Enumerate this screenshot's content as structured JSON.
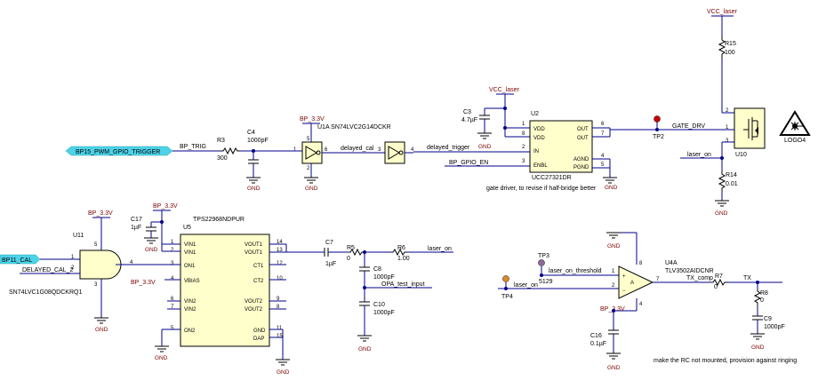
{
  "labels": {
    "vcc_laser_top": "VCC_laser",
    "vcc_laser_mid": "VCC_laser",
    "r15_ref": "R15",
    "r15_val": "100",
    "logo_ref": "LOGO4",
    "u10_ref": "U10",
    "r14_ref": "R14",
    "r14_val": "0.01",
    "gnd_r14": "GND",
    "gate_drv": "GATE_DRV",
    "tp2": "TP2",
    "laser_on_u10": "laser_on",
    "c3_ref": "C3",
    "c3_val": "4.7µF",
    "gnd_c3": "GND",
    "u2_ref": "U2",
    "u2_part": "UCC27321DR",
    "u2_pins": [
      "VDD",
      "VDD",
      "IN",
      "ENBL",
      "OUT",
      "OUT",
      "AGND",
      "PGND"
    ],
    "u2_pin_nums": [
      "1",
      "8",
      "2",
      "3",
      "6",
      "7",
      "4",
      "5"
    ],
    "gnd_u2": "GND",
    "gate_note": "gate driver, to revise if half-bridge better",
    "bp_gpio_en": "BP_GPIO_EN",
    "delayed_trigger": "delayed_trigger",
    "bp33_u1": "BP_3.3V",
    "u1_title": "U1A  SN74LVC2G14DCKR",
    "delayed_cal": "delayed_cal",
    "u1_pins": [
      "1",
      "6",
      "3",
      "4",
      "5",
      "2"
    ],
    "gnd_u1": "GND",
    "c4_ref": "C4",
    "c4_val": "1000pF",
    "gnd_c4": "GND",
    "r3_ref": "R3",
    "r3_val": "300",
    "bp_trig": "BP_TRIG",
    "bp15_label": "BP15_PWM_GPIO_TRIGGER",
    "bp33_c17": "BP_3.3V",
    "c17_ref": "C17",
    "c17_val": "1µF",
    "gnd_c17": "GND",
    "u5_ref": "U5",
    "u5_part": "TPS22968NDPUR",
    "u5_left_pins": [
      "VIN1",
      "VIN1",
      "ON1",
      "VBIAS",
      "VIN2",
      "VIN2",
      "ON2"
    ],
    "u5_left_nums": [
      "1",
      "2",
      "3",
      "4",
      "6",
      "7",
      "5"
    ],
    "u5_right_pins": [
      "VOUT1",
      "VOUT1",
      "CT1",
      "CT2",
      "VOUT2",
      "VOUT2",
      "GND",
      "DAP"
    ],
    "u5_right_nums": [
      "14",
      "13",
      "12",
      "10",
      "9",
      "8",
      "11",
      "15"
    ],
    "bp33_vbias": "BP_3.3V",
    "gnd_u5": "GND",
    "gnd_u5b": "GND",
    "bp33_u11": "BP_3.3V",
    "u11_ref": "U11",
    "u11_part": "SN74LVC1G08QDCKRQ1",
    "u11_pins": [
      "1",
      "2",
      "4",
      "5",
      "3"
    ],
    "bp11_cal": "BP11_CAL",
    "delayed_cal_2": "DELAYED_CAL_2",
    "gnd_u11": "GND",
    "c7_ref": "C7",
    "c7_val": "1µF",
    "r5_ref": "R5",
    "r5_val": "0",
    "r6_ref": "R6",
    "r6_val": "1.00",
    "laser_on_r6": "laser_on",
    "c8_ref": "C8",
    "c8_val": "1000pF",
    "opa_test": "OPA_test_input",
    "c10_ref": "C10",
    "c10_val": "1000pF",
    "gnd_c10": "GND",
    "tp3": "TP3",
    "laser_on_threshold": "laser_on_threshold",
    "r_5129": "5129",
    "tp4": "TP4",
    "laser_on_tp4": "laser_on",
    "u4_ref": "U4A",
    "u4_part": "TLV3502AIDCNR",
    "u4_pins": [
      "8",
      "1",
      "2",
      "7",
      "4"
    ],
    "gnd_u4": "GND",
    "r7_ref": "R7",
    "r7_val": "0",
    "tx_comp": "TX_comp",
    "tx": "TX",
    "r8_ref": "R8",
    "r8_val": "0",
    "c9_ref": "C9",
    "c9_val": "1000pF",
    "gnd_c9": "GND",
    "bp33_u4": "BP_3.3V",
    "c16_ref": "C16",
    "c16_val": "0.1µF",
    "gnd_c16": "GND",
    "rc_note": "make the RC not mounted, provision against ringing"
  }
}
